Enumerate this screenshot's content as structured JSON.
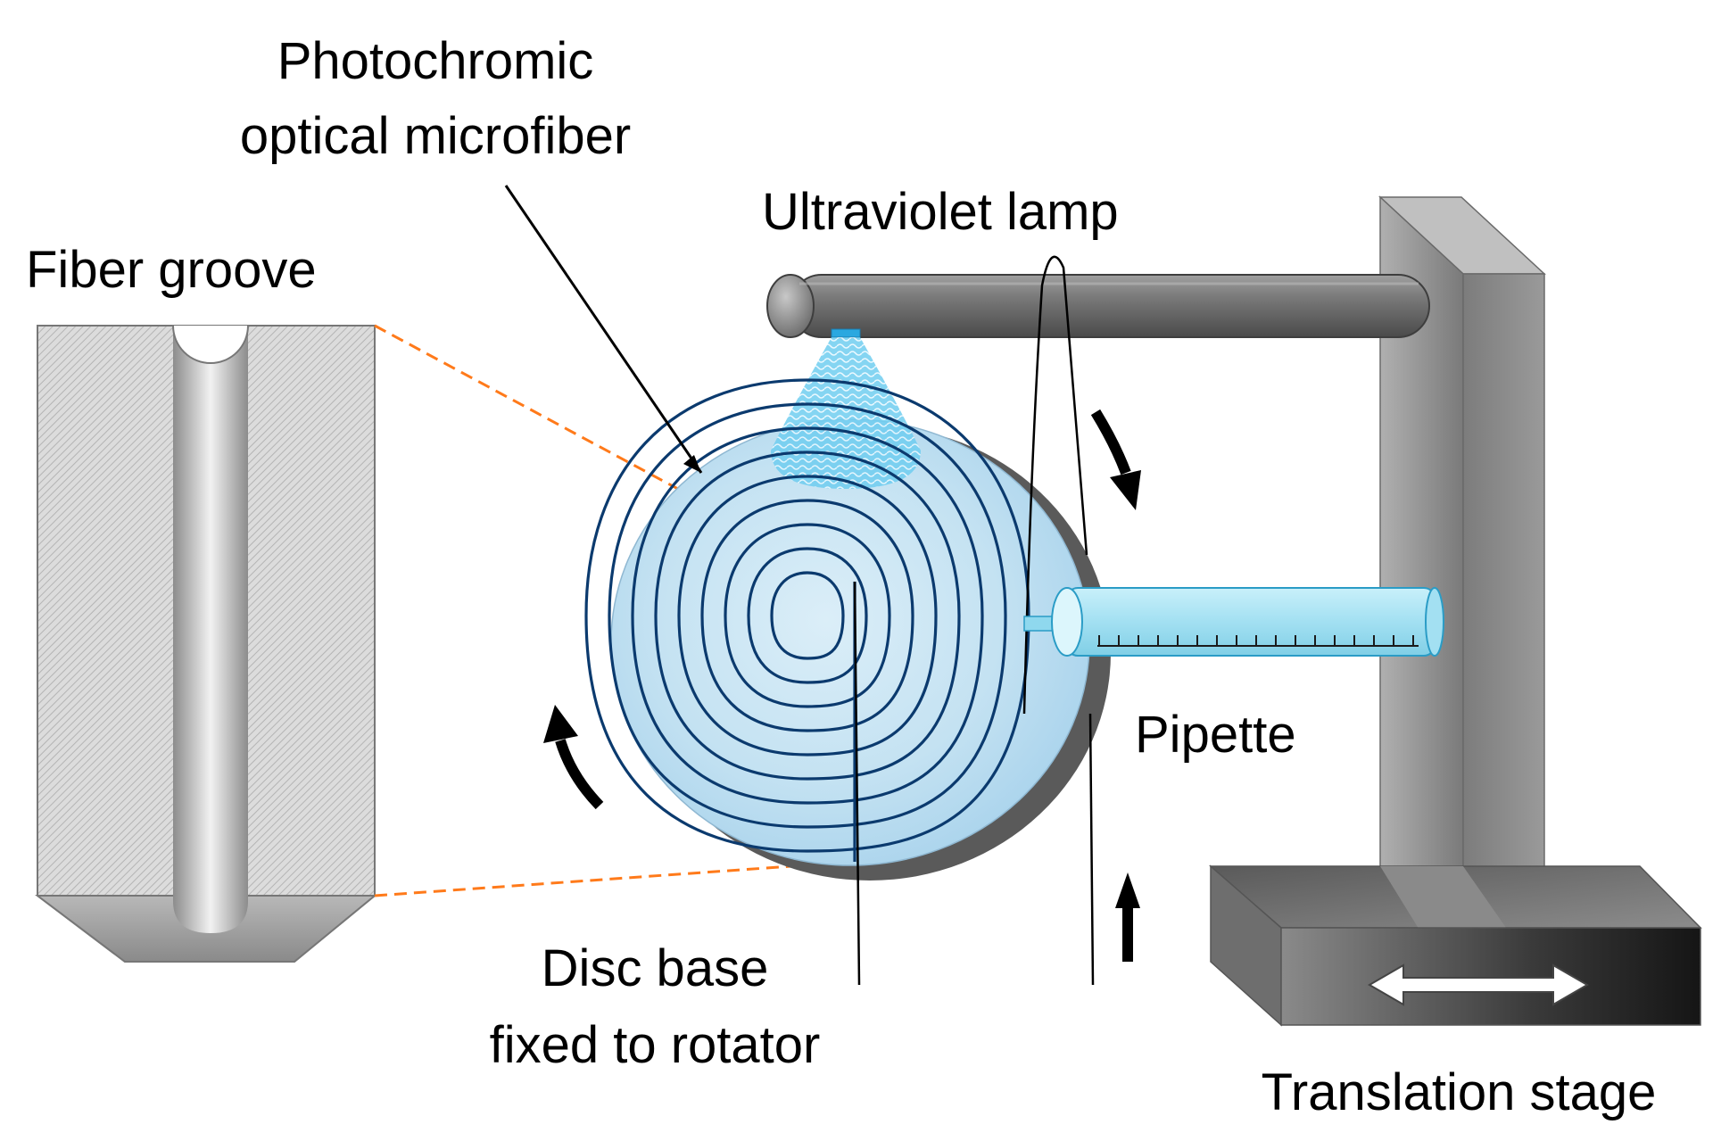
{
  "labels": {
    "microfiber_line1": "Photochromic",
    "microfiber_line2": "optical microfiber",
    "uv_lamp": "Ultraviolet lamp",
    "fiber_groove": "Fiber groove",
    "pipette": "Pipette",
    "disc_line1": "Disc base",
    "disc_line2": "fixed to rotator",
    "stage": "Translation stage"
  },
  "colors": {
    "disc": "#b9dcef",
    "fiber": "#0b3a6e",
    "dashed_guide": "#ff7a1a",
    "uv_light": "#55c3ee",
    "pipette": "#a8e2f2",
    "stand": "#808080"
  },
  "spiral_turns": 9
}
